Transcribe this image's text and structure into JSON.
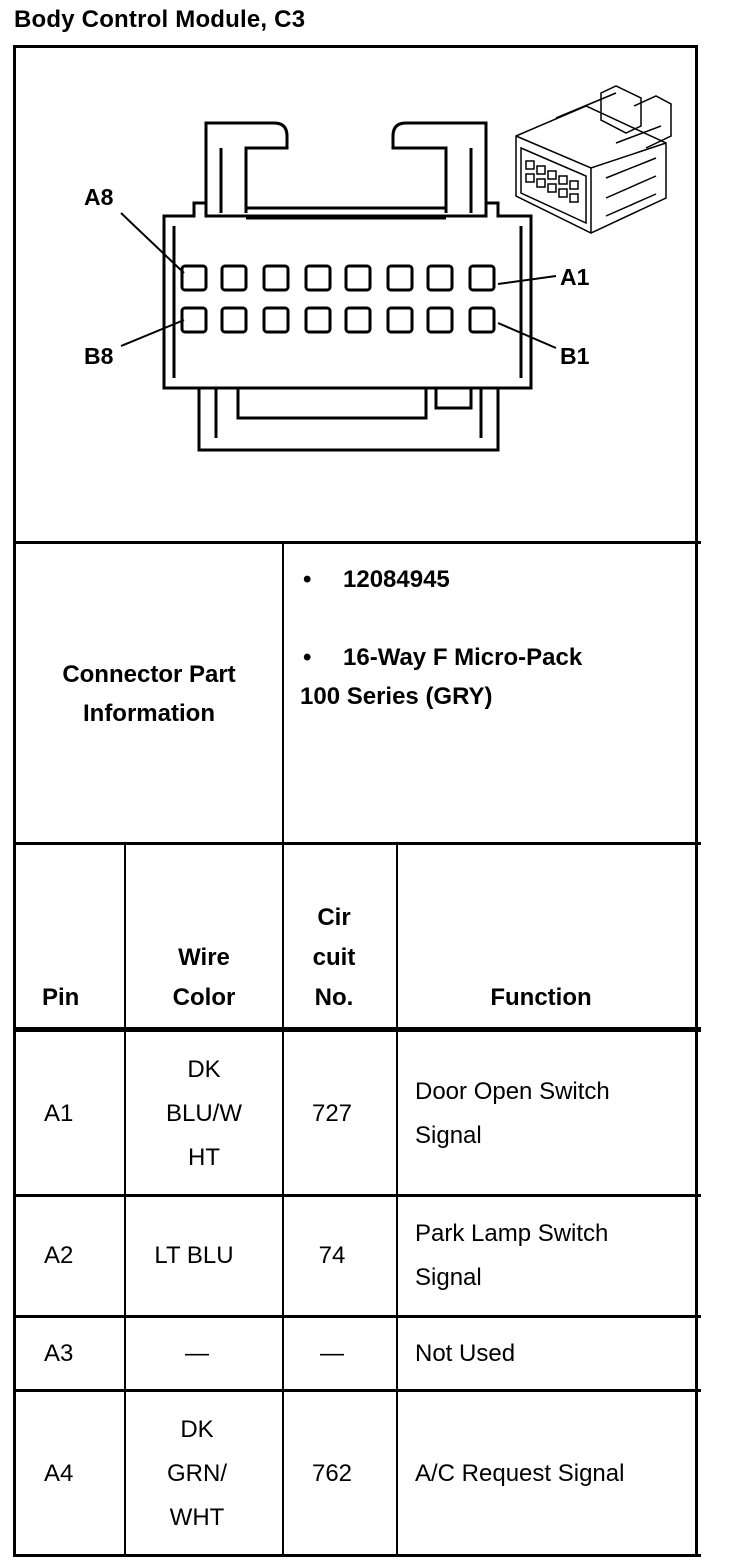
{
  "title": "Body Control Module, C3",
  "diagram": {
    "labels": {
      "a8": "A8",
      "a1": "A1",
      "b8": "B8",
      "b1": "B1"
    }
  },
  "connector_info": {
    "label_line1": "Connector Part",
    "label_line2": "Information",
    "part_number": "12084945",
    "description_line1": "16-Way F Micro-Pack",
    "description_line2": "100 Series (GRY)",
    "bullet": "•"
  },
  "table": {
    "headers": {
      "pin": "Pin",
      "wire_color_line1": "Wire",
      "wire_color_line2": "Color",
      "circuit_line1": "Cir",
      "circuit_line2": "cuit",
      "circuit_line3": "No.",
      "function": "Function"
    },
    "rows": [
      {
        "pin": "A1",
        "wire": [
          "DK",
          "BLU/W",
          "HT"
        ],
        "circuit": "727",
        "function": [
          "Door Open Switch",
          "Signal"
        ]
      },
      {
        "pin": "A2",
        "wire": [
          "LT BLU"
        ],
        "circuit": "74",
        "function": [
          "Park Lamp Switch",
          "Signal"
        ]
      },
      {
        "pin": "A3",
        "wire": [
          "—"
        ],
        "circuit": "—",
        "function": [
          "Not Used"
        ]
      },
      {
        "pin": "A4",
        "wire": [
          "DK",
          "GRN/",
          "WHT"
        ],
        "circuit": "762",
        "function": [
          "A/C Request Signal"
        ]
      }
    ]
  }
}
